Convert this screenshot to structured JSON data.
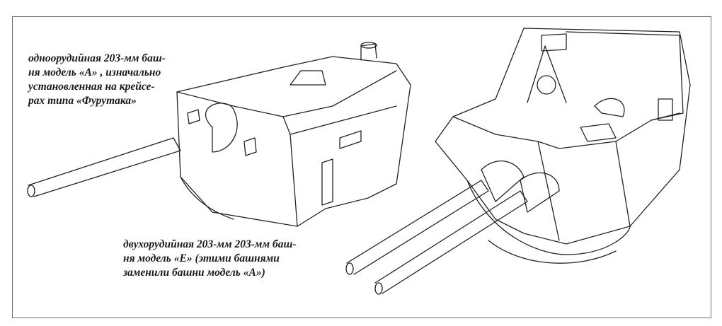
{
  "captions": {
    "single_turret": {
      "lines": [
        "одноорудийная 203-мм баш-",
        "ня модель «А» , изначально",
        "установленная на крейсе-",
        "рах типа «Фурутака»"
      ]
    },
    "twin_turret": {
      "lines": [
        "двухорудийная 203-мм 203-мм баш-",
        "ня модель «Е» (этими башнями",
        "заменили башни модель «А»)"
      ]
    }
  },
  "colors": {
    "border": "#6e6e6e",
    "ink": "#222222"
  }
}
